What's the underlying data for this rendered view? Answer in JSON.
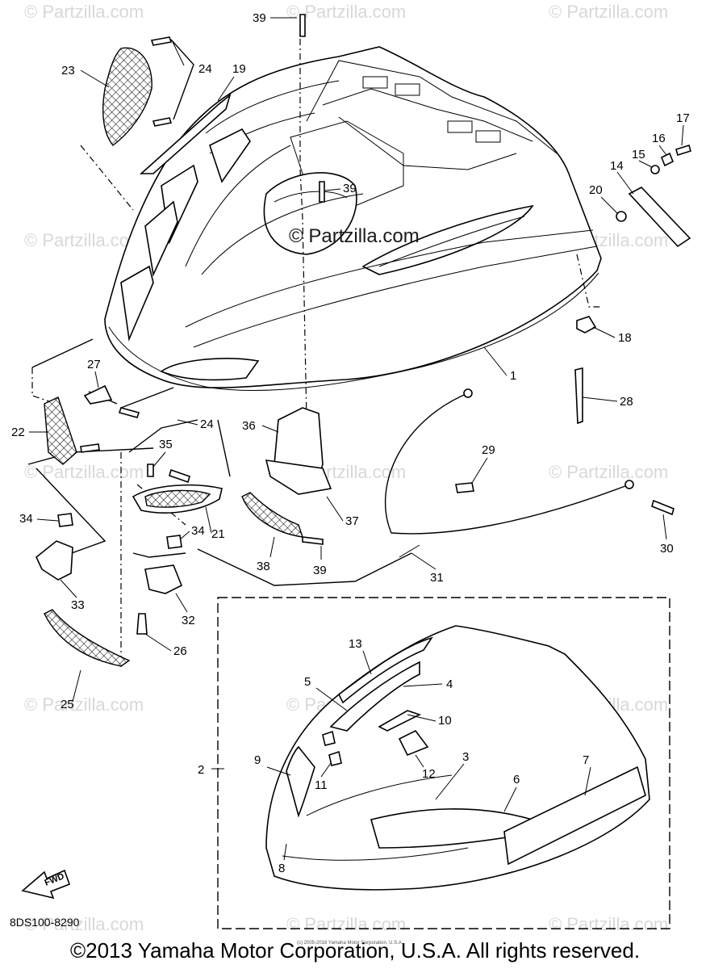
{
  "watermark": "© Partzilla.com",
  "center_watermark": "© Partzilla.com",
  "diagram_code": "8DS100-8290",
  "fwd_label": "FWD",
  "copyright": "©2013 Yamaha Motor Corporation, U.S.A. All rights reserved.",
  "fine_print": "(c) 2005-2016 Yamaha Motor Corporation, U.S.A.",
  "callouts": {
    "c1": "1",
    "c2": "2",
    "c3": "3",
    "c4": "4",
    "c5": "5",
    "c6": "6",
    "c7": "7",
    "c8": "8",
    "c9": "9",
    "c10": "10",
    "c11": "11",
    "c12": "12",
    "c13": "13",
    "c14": "14",
    "c15": "15",
    "c16": "16",
    "c17": "17",
    "c18": "18",
    "c19": "19",
    "c20": "20",
    "c21": "21",
    "c22": "22",
    "c23": "23",
    "c24a": "24",
    "c24b": "24",
    "c25": "25",
    "c26": "26",
    "c27": "27",
    "c28": "28",
    "c29": "29",
    "c30": "30",
    "c31": "31",
    "c32": "32",
    "c33": "33",
    "c34a": "34",
    "c34b": "34",
    "c35": "35",
    "c36": "36",
    "c37": "37",
    "c38": "38",
    "c39a": "39",
    "c39b": "39",
    "c39c": "39"
  }
}
